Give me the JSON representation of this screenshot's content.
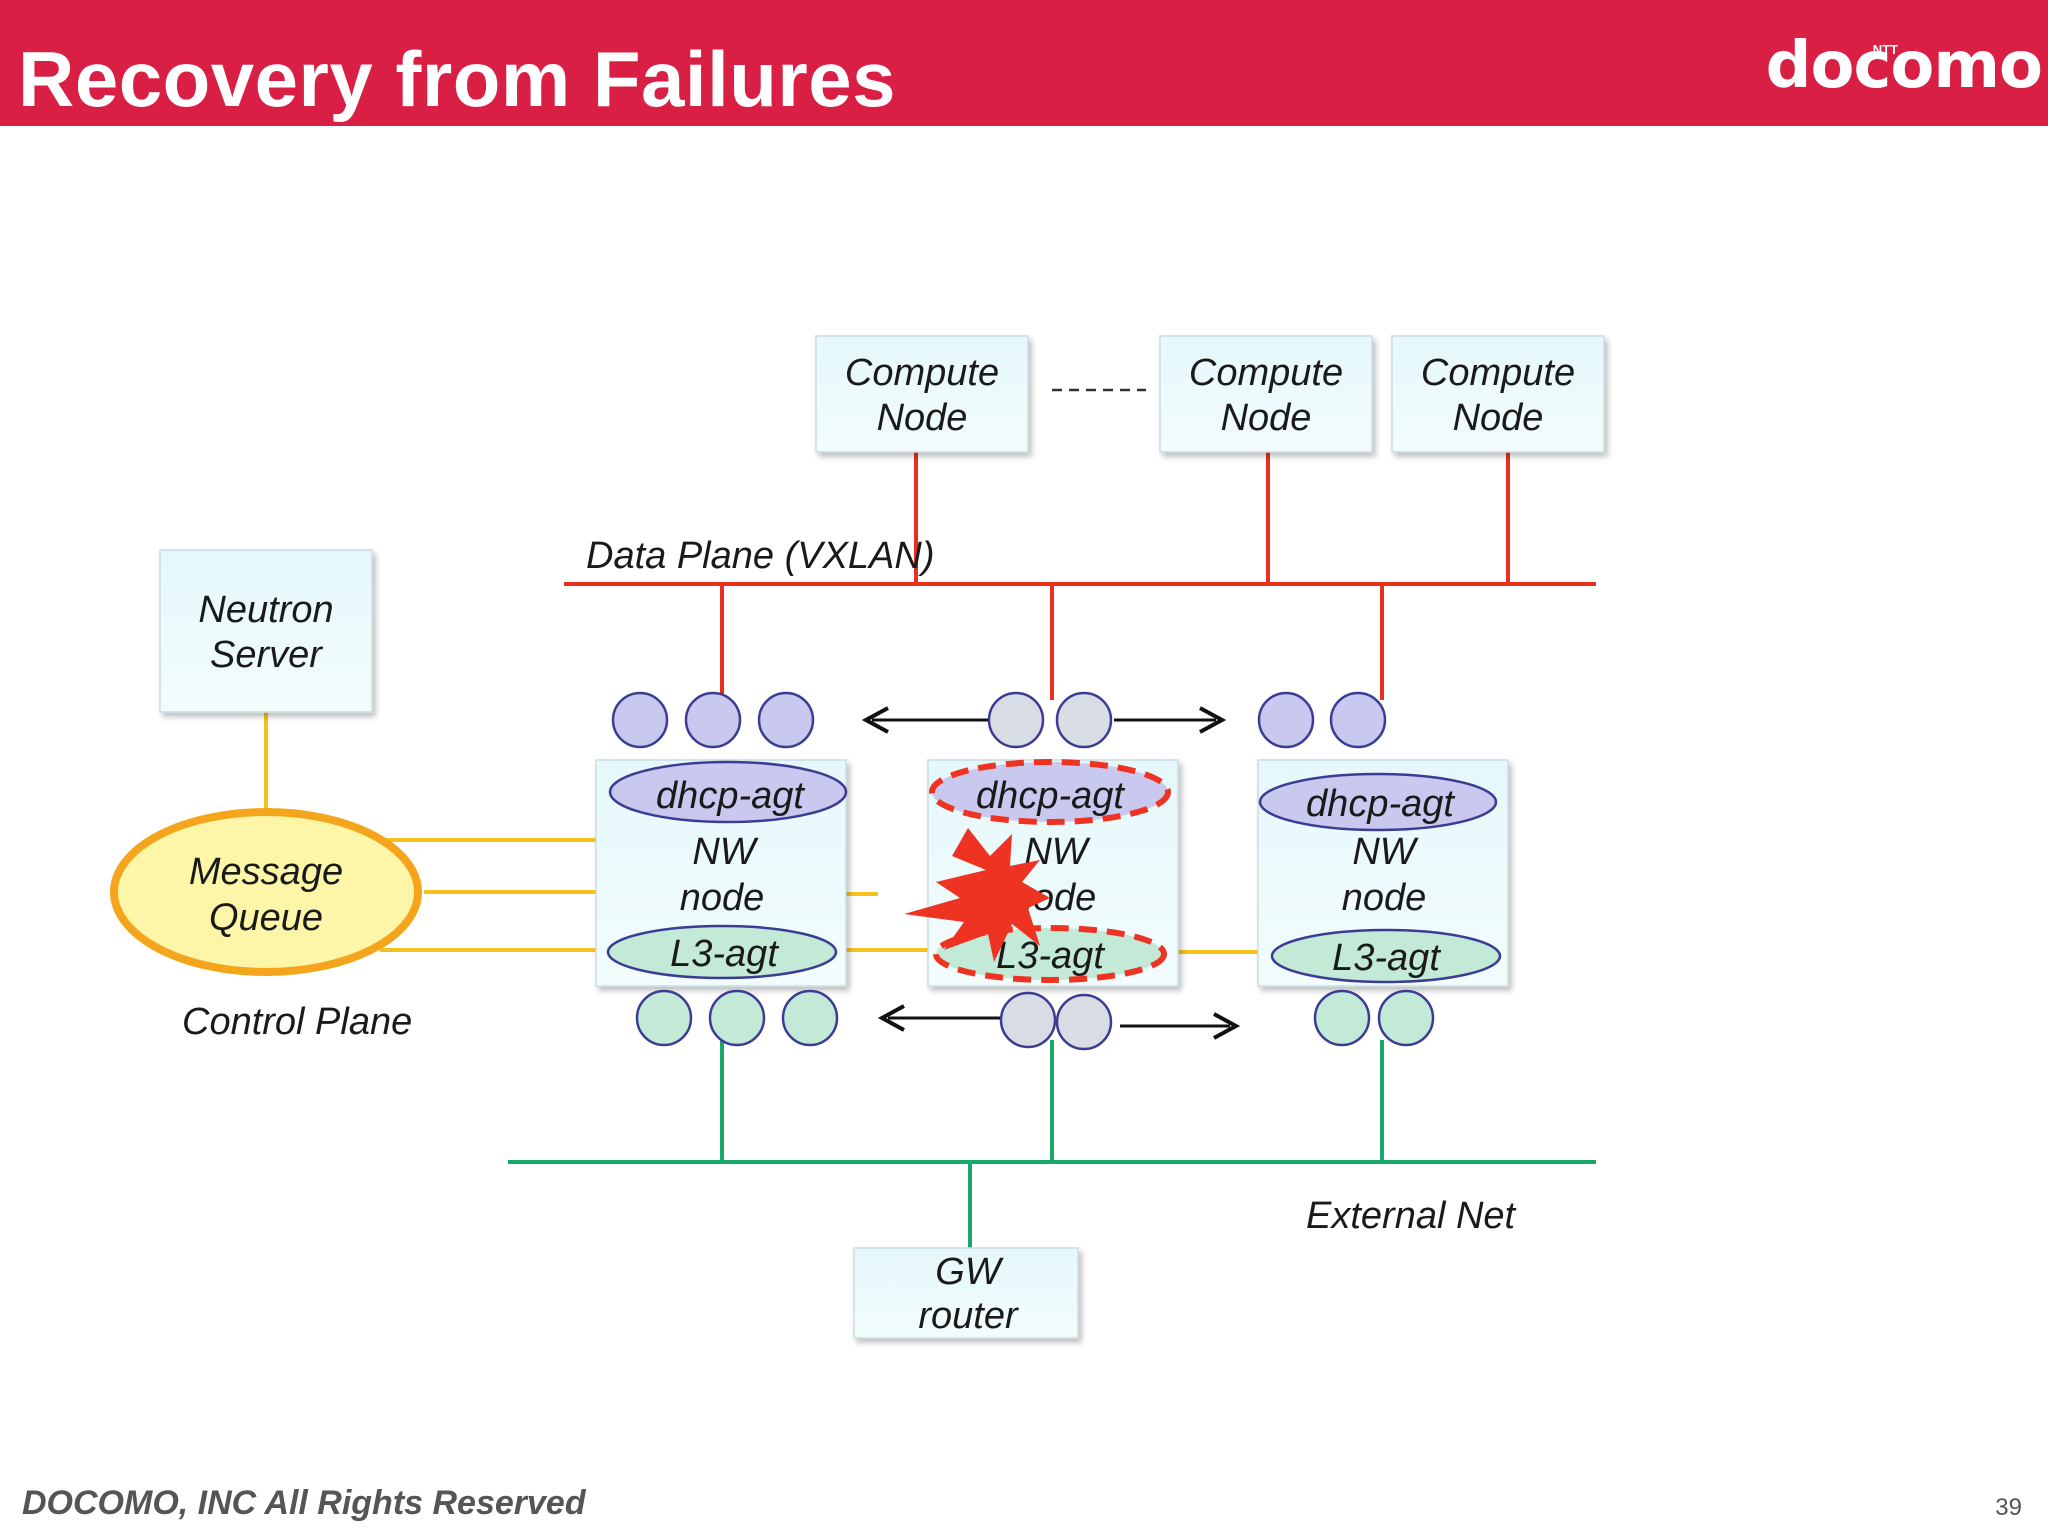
{
  "slide": {
    "title": "Recovery from Failures",
    "logo": "docomo",
    "logo_prefix": "NTT",
    "footer": "DOCOMO, INC All Rights Reserved",
    "page_number": "39"
  },
  "diagram": {
    "compute_nodes": [
      {
        "line1": "Compute",
        "line2": "Node"
      },
      {
        "line1": "Compute",
        "line2": "Node"
      },
      {
        "line1": "Compute",
        "line2": "Node"
      }
    ],
    "neutron_server": {
      "line1": "Neutron",
      "line2": "Server"
    },
    "message_queue": {
      "line1": "Message",
      "line2": "Queue"
    },
    "gw_router": {
      "line1": "GW",
      "line2": "router"
    },
    "nw_nodes": [
      {
        "dhcp": "dhcp-agt",
        "line1": "NW",
        "line2": "node",
        "l3": "L3-agt",
        "failed": false
      },
      {
        "dhcp": "dhcp-agt",
        "line1": "NW",
        "line2": "node",
        "l3": "L3-agt",
        "failed": true
      },
      {
        "dhcp": "dhcp-agt",
        "line1": "NW",
        "line2": "node",
        "l3": "L3-agt",
        "failed": false
      }
    ],
    "labels": {
      "data_plane": "Data Plane (VXLAN)",
      "control_plane": "Control Plane",
      "external_net": "External Net"
    },
    "colors": {
      "data_plane": "#e8301c",
      "control_plane": "#f5c21b",
      "external_net": "#1aa86a",
      "header": "#d92044",
      "failure": "#ee3322"
    }
  }
}
